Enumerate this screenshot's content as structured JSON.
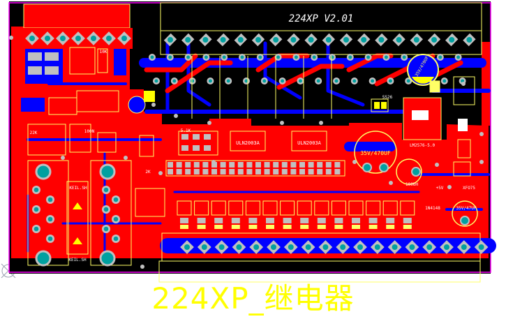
{
  "board": {
    "title": "224XP_继电器",
    "header_label": "224XP V2.01",
    "colors": {
      "background": "#ffffff",
      "top_copper": "#ff0000",
      "bottom_copper": "#0000ff",
      "silkscreen": "#ffff00",
      "board_black": "#000000",
      "pad": "#c0c0c0",
      "via": "#00a0a0",
      "keepout": "#ff00ff"
    }
  },
  "labels": {
    "uln_a": "ULN2003A",
    "uln_b": "ULN2003A",
    "cap_big": "35V/470UF",
    "cap_top": "35V/470UF",
    "cap_small": "35V/47UF",
    "inductor": "100UH",
    "reg": "LM2576-5.0",
    "diode": "1N4148",
    "ss": "SS26",
    "cap_100uh": "100UH",
    "plus5v": "+5V",
    "xfo": "XFO75",
    "r_5k1": "5.1K",
    "r_10k": "10K",
    "c_100n": "100N",
    "r_22k": "22K",
    "r_2k": "2K",
    "jack_a": "KEIL.SH",
    "jack_b": "KEIL.SH"
  }
}
